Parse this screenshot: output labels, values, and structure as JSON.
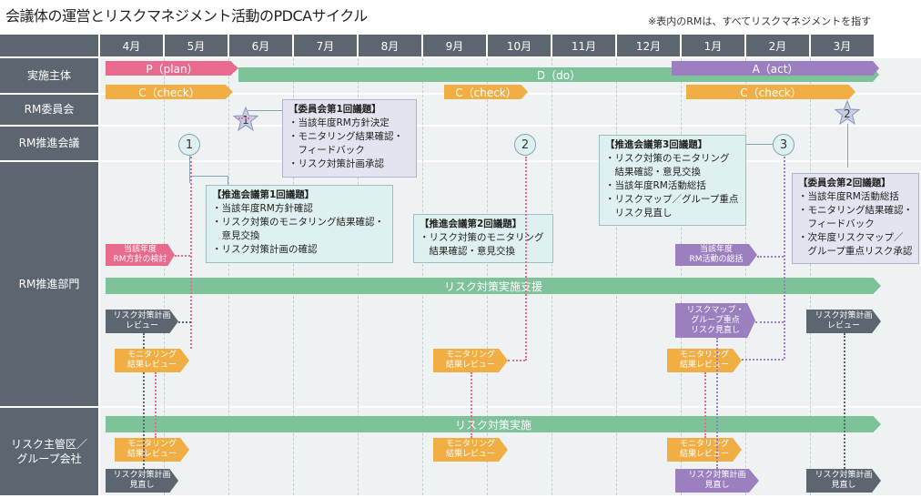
{
  "title": "会議体の運営とリスクマネジメント活動のPDCAサイクル",
  "note": "※表内のRMは、すべてリスクマネジメントを指す",
  "months": [
    "4月",
    "5月",
    "6月",
    "7月",
    "8月",
    "9月",
    "10月",
    "11月",
    "12月",
    "1月",
    "2月",
    "3月"
  ],
  "rows": {
    "subject": "実施主体",
    "committee": "RM委員会",
    "promotion_meeting": "RM推進会議",
    "promotion_dept": "RM推進部門",
    "group": "リスク主管区／\nグループ会社"
  },
  "phases": {
    "plan": "P（plan）",
    "do": "D（do）",
    "act": "A（act）",
    "check": "C（check）"
  },
  "markers": {
    "star1": "1",
    "star2": "2",
    "circle1": "1",
    "circle2": "2",
    "circle3": "3"
  },
  "callouts": {
    "committee1": {
      "title": "【委員会第1回議題】",
      "items": [
        "・当該年度RM方針決定",
        "・モニタリング結果確認・",
        "　フィードバック",
        "・リスク対策計画承認"
      ]
    },
    "promo1": {
      "title": "【推進会議第1回議題】",
      "items": [
        "・当該年度RM方針確認",
        "・リスク対策のモニタリング結果確認・",
        "　意見交換",
        "・リスク対策計画の確認"
      ]
    },
    "promo2": {
      "title": "【推進会議第2回議題】",
      "items": [
        "・リスク対策のモニタリング",
        "　結果確認・意見交換"
      ]
    },
    "promo3": {
      "title": "【推進会議第3回議題】",
      "items": [
        "・リスク対策のモニタリング",
        "　結果確認・意見交換",
        "・当該年度RM活動総括",
        "・リスクマップ／グループ重点",
        "　リスク見直し"
      ]
    },
    "committee2": {
      "title": "【委員会第2回議題】",
      "items": [
        "・当該年度RM活動総括",
        "・モニタリング結果確認・",
        "　フィードバック",
        "・次年度リスクマップ／",
        "　グループ重点リスク承認"
      ]
    }
  },
  "tags": {
    "dept_policy": "当該年度\nRM方針の検討",
    "dept_summary": "当該年度\nRM活動の総括",
    "plan_review_apr": "リスク対策計画\nレビュー",
    "plan_review_mar": "リスク対策計画\nレビュー",
    "riskmap": "リスクマップ・\nグループ重点\nリスク見直し",
    "mon_review_dept_apr": "モニタリング\n結果レビュー",
    "mon_review_dept_sep": "モニタリング\n結果レビュー",
    "mon_review_dept_jan": "モニタリング\n結果レビュー",
    "mon_review_grp_apr": "モニタリング\n結果レビュー",
    "mon_review_grp_sep": "モニタリング\n結果レビュー",
    "mon_review_grp_jan": "モニタリング\n結果レビュー",
    "grp_plan_apr": "リスク対策計画\n見直し",
    "grp_plan_jan": "リスク対策計画\n見直し",
    "grp_plan_mar": "リスク対策計画\n見直し"
  },
  "bands": {
    "support": "リスク対策実施支援",
    "implement": "リスク対策実施"
  },
  "colors": {
    "plan": "#e86b8e",
    "do": "#7ec29a",
    "act": "#9b7fbf",
    "check": "#f0ae44",
    "header": "#5b6670",
    "callout": "#dff0f1"
  }
}
